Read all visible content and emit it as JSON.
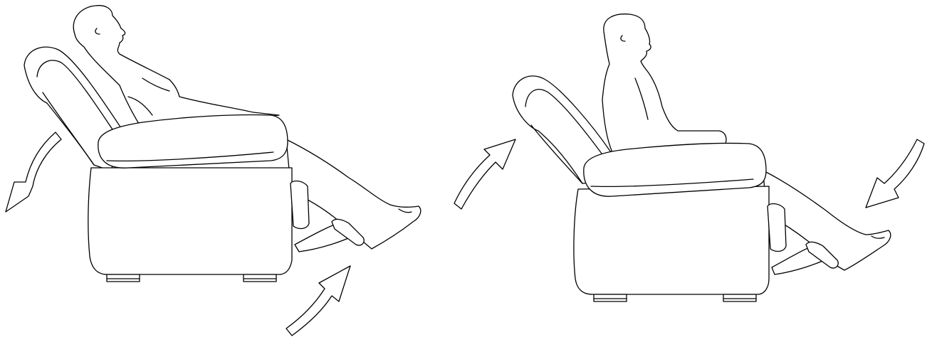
{
  "figure": {
    "panels": [
      {
        "id": "reclined",
        "arrows": [
          "backrest-down-arrow",
          "footrest-up-arrow"
        ]
      },
      {
        "id": "upright",
        "arrows": [
          "backrest-up-arrow",
          "footrest-down-arrow"
        ]
      }
    ],
    "colors": {
      "stroke": "#000000",
      "background": "#ffffff"
    }
  }
}
